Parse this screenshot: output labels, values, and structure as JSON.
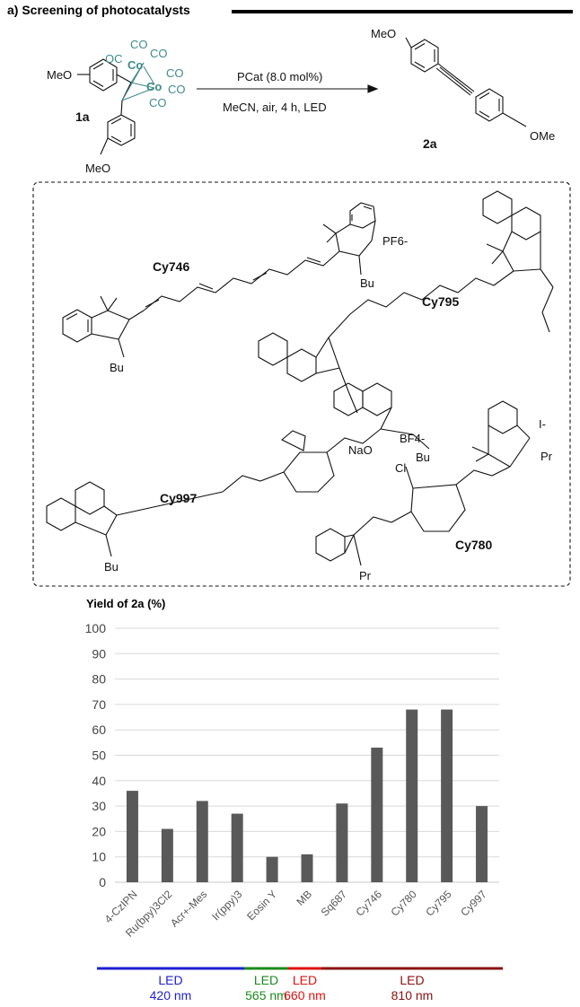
{
  "figure": {
    "title": "a) Screening of photocatalysts",
    "reaction": {
      "reactant_label": "1a",
      "product_label": "2a",
      "conditions_top": "PCat (8.0 mol%)",
      "conditions_bottom": "MeCN, air, 4 h, LED",
      "reactant_substituent": "MeO",
      "product_substituent_left": "MeO",
      "product_substituent_right": "OMe",
      "co_ligands": [
        "OC",
        "CO",
        "CO",
        "CO",
        "CO",
        "CO"
      ],
      "cobalt": "Co"
    },
    "dyes": [
      {
        "name": "Cy746",
        "counterion": "PF6-",
        "substituent": "Bu"
      },
      {
        "name": "Cy795",
        "counterion": "",
        "substituent": "NaO"
      },
      {
        "name": "Cy997",
        "counterion": "BF4-",
        "substituent": "Bu"
      },
      {
        "name": "Cy780",
        "counterion": "I-",
        "substituent": "Pr",
        "halogen": "Cl"
      }
    ]
  },
  "chart_data": {
    "type": "bar",
    "title": "",
    "ylabel": "Yield of 2a (%)",
    "xlabel": "",
    "ylim": [
      0,
      100
    ],
    "yticks": [
      0,
      10,
      20,
      30,
      40,
      50,
      60,
      70,
      80,
      90,
      100
    ],
    "grid": true,
    "bar_color": "#595959",
    "categories": [
      "4-CzIPN",
      "Ru(bpy)3Cl2",
      "Acr+-Mes",
      "Ir(ppy)3",
      "Eosin Y",
      "MB",
      "Sq687",
      "Cy746",
      "Cy780",
      "Cy795",
      "Cy997"
    ],
    "values": [
      36,
      21,
      32,
      27,
      10,
      11,
      31,
      53,
      68,
      68,
      30
    ],
    "led_groups": [
      {
        "label": "LED",
        "wavelength": "420 nm",
        "color": "#1f1fd0",
        "first": 0,
        "last": 3
      },
      {
        "label": "LED",
        "wavelength": "565 nm",
        "color": "#1a8a1a",
        "first": 4,
        "last": 4
      },
      {
        "label": "LED",
        "wavelength": "660 nm",
        "color": "#e01010",
        "first": 5,
        "last": 5
      },
      {
        "label": "LED",
        "wavelength": "810 nm",
        "color": "#8b1010",
        "first": 6,
        "last": 10
      }
    ]
  }
}
